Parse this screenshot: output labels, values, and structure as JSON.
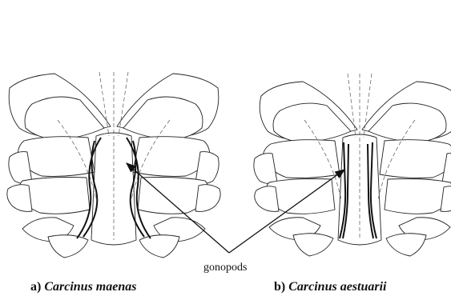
{
  "figure": {
    "annotation": "gonopods",
    "panels": [
      {
        "letter": "a)",
        "species": "Carcinus maenas"
      },
      {
        "letter": "b)",
        "species": "Carcinus aestuarii"
      }
    ]
  },
  "colors": {
    "line": "#222222",
    "background": "#ffffff"
  }
}
